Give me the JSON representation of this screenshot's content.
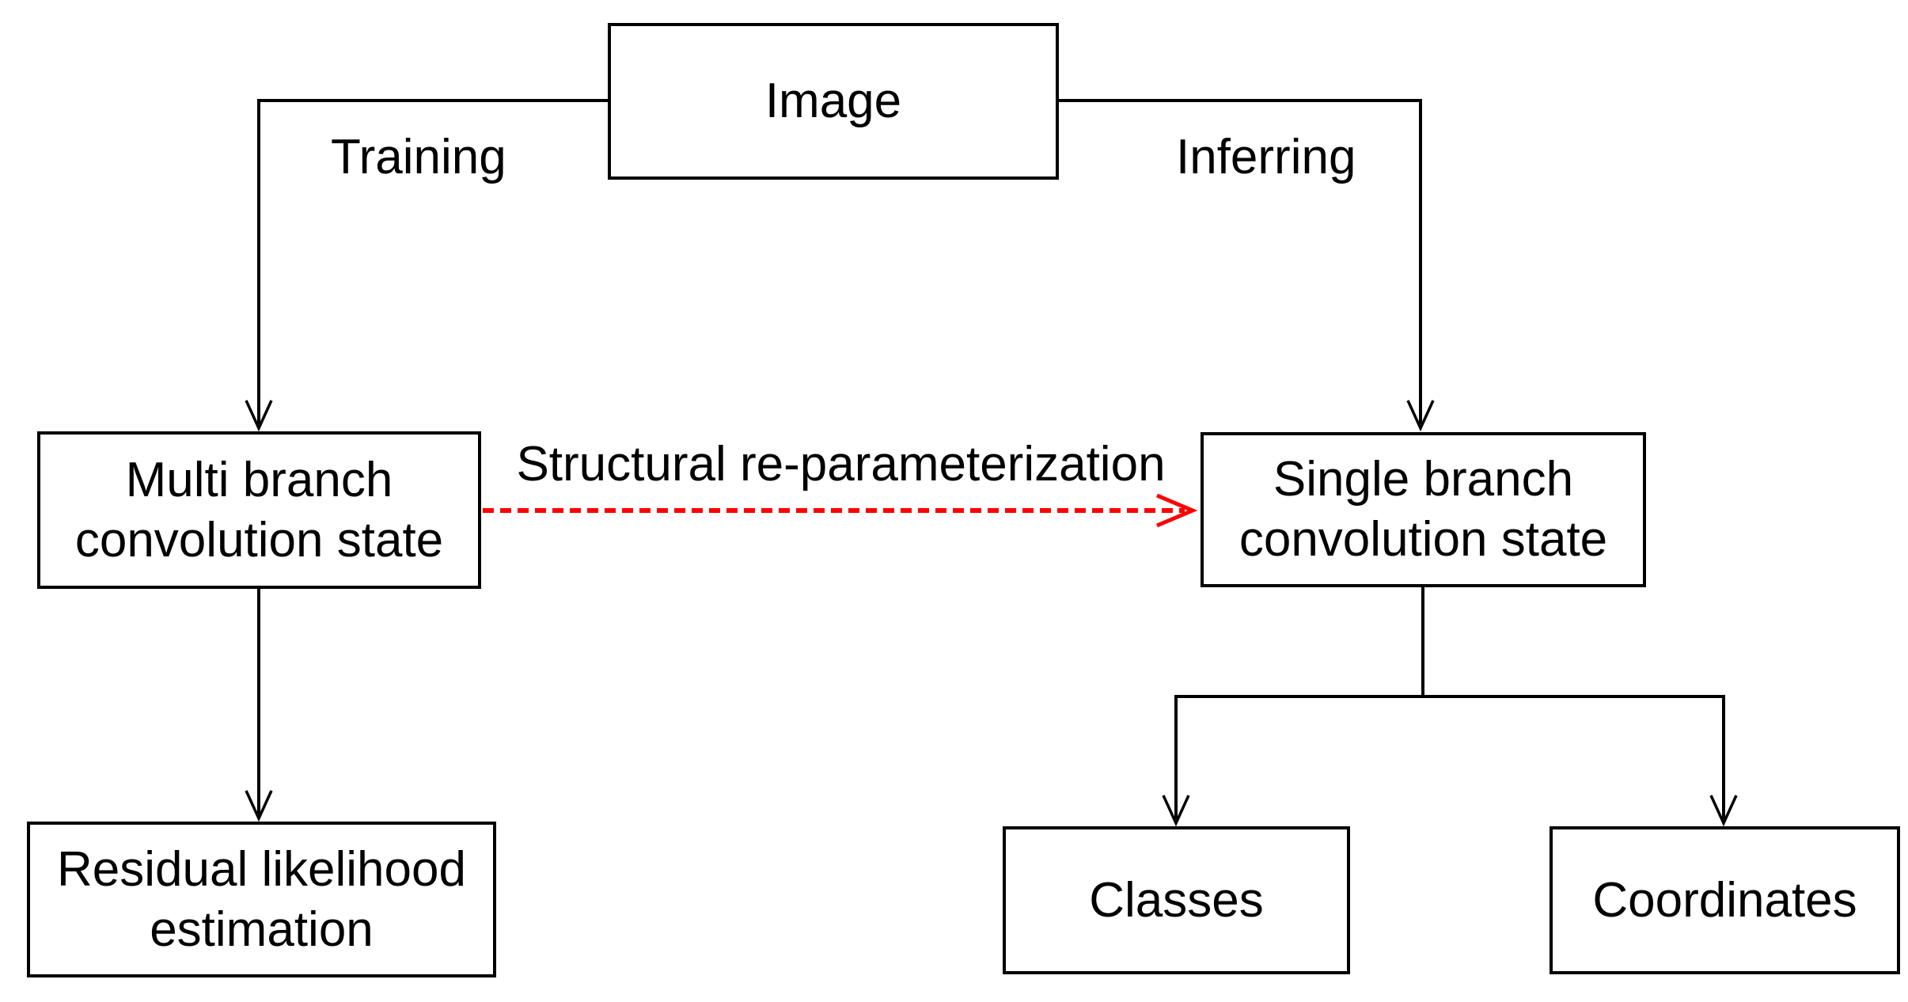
{
  "diagram": {
    "nodes": {
      "image": {
        "label": "Image"
      },
      "multi_branch": {
        "label": "Multi branch convolution state"
      },
      "single_branch": {
        "label": "Single branch convolution state"
      },
      "residual": {
        "label": "Residual likelihood estimation"
      },
      "classes": {
        "label": "Classes"
      },
      "coordinates": {
        "label": "Coordinates"
      }
    },
    "edge_labels": {
      "training": "Training",
      "inferring": "Inferring",
      "reparam": "Structural re-parameterization"
    },
    "colors": {
      "line": "#000000",
      "reparam_arrow": "#ff0000",
      "box_border": "#000000",
      "background": "#ffffff"
    }
  }
}
